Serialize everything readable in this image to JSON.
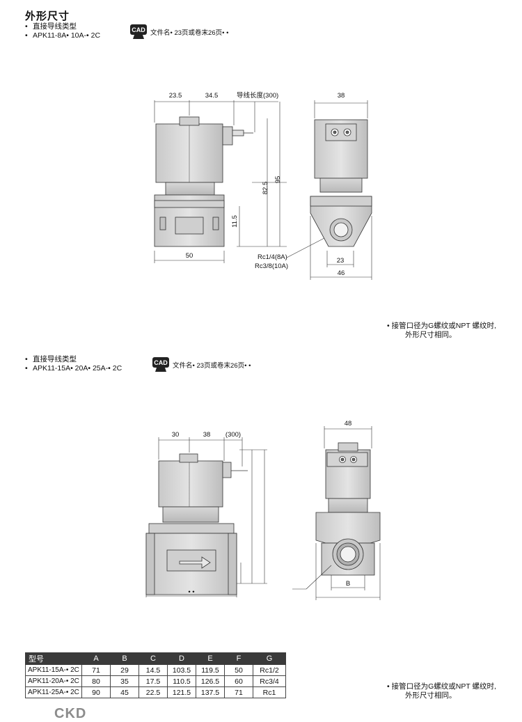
{
  "page": {
    "title": "外形尺寸",
    "logo": "CKD"
  },
  "section1": {
    "line1": "直接导线类型",
    "line2": "APK11-8A•  10A-•  2C",
    "cad_icon_label": "CAD",
    "cad_text": "文件名•  23页或卷末26页•  •",
    "dims": {
      "d1": "23.5",
      "d2": "34.5",
      "lead": "导线长度(300)",
      "h1": "82.5",
      "h2": "95",
      "h3": "11.5",
      "w": "50",
      "port1": "Rc1/4(8A)",
      "port2": "Rc3/8(10A)",
      "side_top": "38",
      "side_w1": "23",
      "side_w2": "46"
    },
    "note1": "•  接管口径为G螺纹或NPT 螺纹时,",
    "note2": "外形尺寸相同。",
    "note_marker": "•  •"
  },
  "section2": {
    "line1": "直接导线类型",
    "line2": "APK11-15A•  20A•  25A-•  2C",
    "cad_icon_label": "CAD",
    "cad_text": "文件名•  23页或卷末26页•  •",
    "dims": {
      "d1": "30",
      "d2": "38",
      "lead": "(300)",
      "side_top": "48",
      "side_b": "B",
      "w": "•  •",
      "port": "•  •"
    },
    "note1": "•  接管口径为G螺纹或NPT 螺纹时,",
    "note2": "外形尺寸相同。",
    "note_marker": "•  •"
  },
  "table": {
    "headers": [
      "型号",
      "A",
      "B",
      "C",
      "D",
      "E",
      "F",
      "G"
    ],
    "rows": [
      [
        "APK11-15A-•  2C",
        "71",
        "29",
        "14.5",
        "103.5",
        "119.5",
        "50",
        "Rc1/2"
      ],
      [
        "APK11-20A-•  2C",
        "80",
        "35",
        "17.5",
        "110.5",
        "126.5",
        "60",
        "Rc3/4"
      ],
      [
        "APK11-25A-•  2C",
        "90",
        "45",
        "22.5",
        "121.5",
        "137.5",
        "71",
        "Rc1"
      ]
    ]
  }
}
